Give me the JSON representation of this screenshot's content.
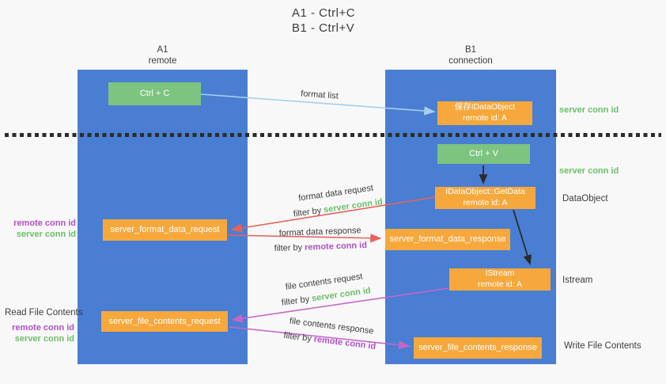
{
  "title": {
    "line1": "A1 - Ctrl+C",
    "line2": "B1 - Ctrl+V"
  },
  "lanes": {
    "left": {
      "name": "A1",
      "role": "remote"
    },
    "right": {
      "name": "B1",
      "role": "connection"
    }
  },
  "nodes": {
    "ctrl_c": {
      "label": "Ctrl + C"
    },
    "save_idataobject": {
      "line1": "保存IDataObject",
      "line2": "remote id: A"
    },
    "ctrl_v": {
      "label": "Ctrl + V"
    },
    "idataobject_getdata": {
      "line1": "IDataObject::GetData",
      "line2": "remote id: A"
    },
    "server_format_data_request": {
      "label": "server_format_data_request"
    },
    "server_format_data_response": {
      "label": "server_format_data_response"
    },
    "istream": {
      "line1": "IStream",
      "line2": "remote id: A"
    },
    "server_file_contents_request": {
      "label": "server_file_contents_request"
    },
    "server_file_contents_response": {
      "label": "server_file_contents_response"
    }
  },
  "edge_labels": {
    "format_list": {
      "text": "format list"
    },
    "format_data_request": {
      "line1": "format data request",
      "filter_prefix": "filter by ",
      "filter_key": "server conn id"
    },
    "format_data_response": {
      "line1": "format data response",
      "filter_prefix": "filter by ",
      "filter_key": "remote conn id"
    },
    "file_contents_request": {
      "line1": "file contents request",
      "filter_prefix": "filter by ",
      "filter_key": "server conn id"
    },
    "file_contents_response": {
      "line1": "file contents response",
      "filter_prefix": "filter by ",
      "filter_key": "remote conn id"
    }
  },
  "side_labels": {
    "right_server_conn_id_top": "server conn id",
    "right_server_conn_id_mid": "server conn id",
    "dataobject": "DataObject",
    "istream": "Istream",
    "write_file_contents": "Write File Contents",
    "read_file_contents": "Read File Contents",
    "left_remote_conn_id_top": "remote conn id",
    "left_server_conn_id_top": "server conn id",
    "left_remote_conn_id_bottom": "remote conn id",
    "left_server_conn_id_bottom": "server conn id"
  },
  "colors": {
    "lane_blue": "#4a7ed2",
    "node_green": "#7cc47f",
    "node_orange": "#f6a83c",
    "arrow_blue": "#a5cfec",
    "arrow_red": "#e7625c",
    "arrow_magenta": "#c565c9",
    "arrow_black": "#2b2b2b",
    "accent_green": "#6abf69",
    "accent_purple": "#b050c8",
    "text_dark": "#3c3c3c",
    "background": "#f8f8f8"
  }
}
